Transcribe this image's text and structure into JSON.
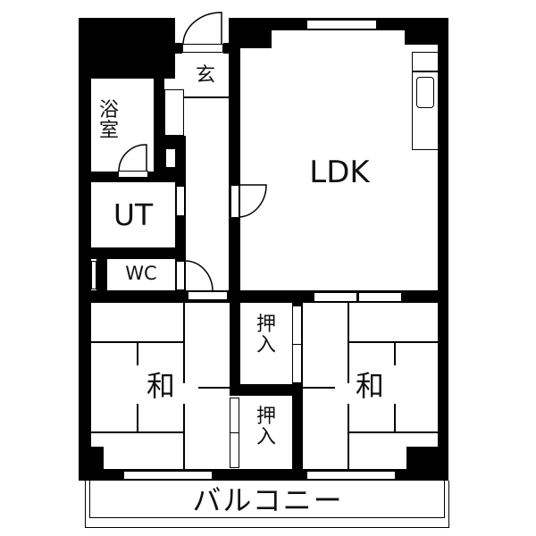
{
  "floor_plan": {
    "type": "apartment-floor-plan",
    "layout": "2LDK",
    "rooms": {
      "entrance": {
        "label": "玄"
      },
      "bathroom": {
        "label": "浴室"
      },
      "utility": {
        "label": "UT"
      },
      "toilet": {
        "label": "WC"
      },
      "living": {
        "label": "LDK"
      },
      "closet_upper": {
        "label": "押入"
      },
      "closet_lower": {
        "label": "押入"
      },
      "japanese_room_left": {
        "label": "和"
      },
      "japanese_room_right": {
        "label": "和"
      },
      "balcony": {
        "label": "バルコニー"
      }
    },
    "colors": {
      "wall": "#000000",
      "background": "#ffffff",
      "text": "#111111"
    }
  }
}
